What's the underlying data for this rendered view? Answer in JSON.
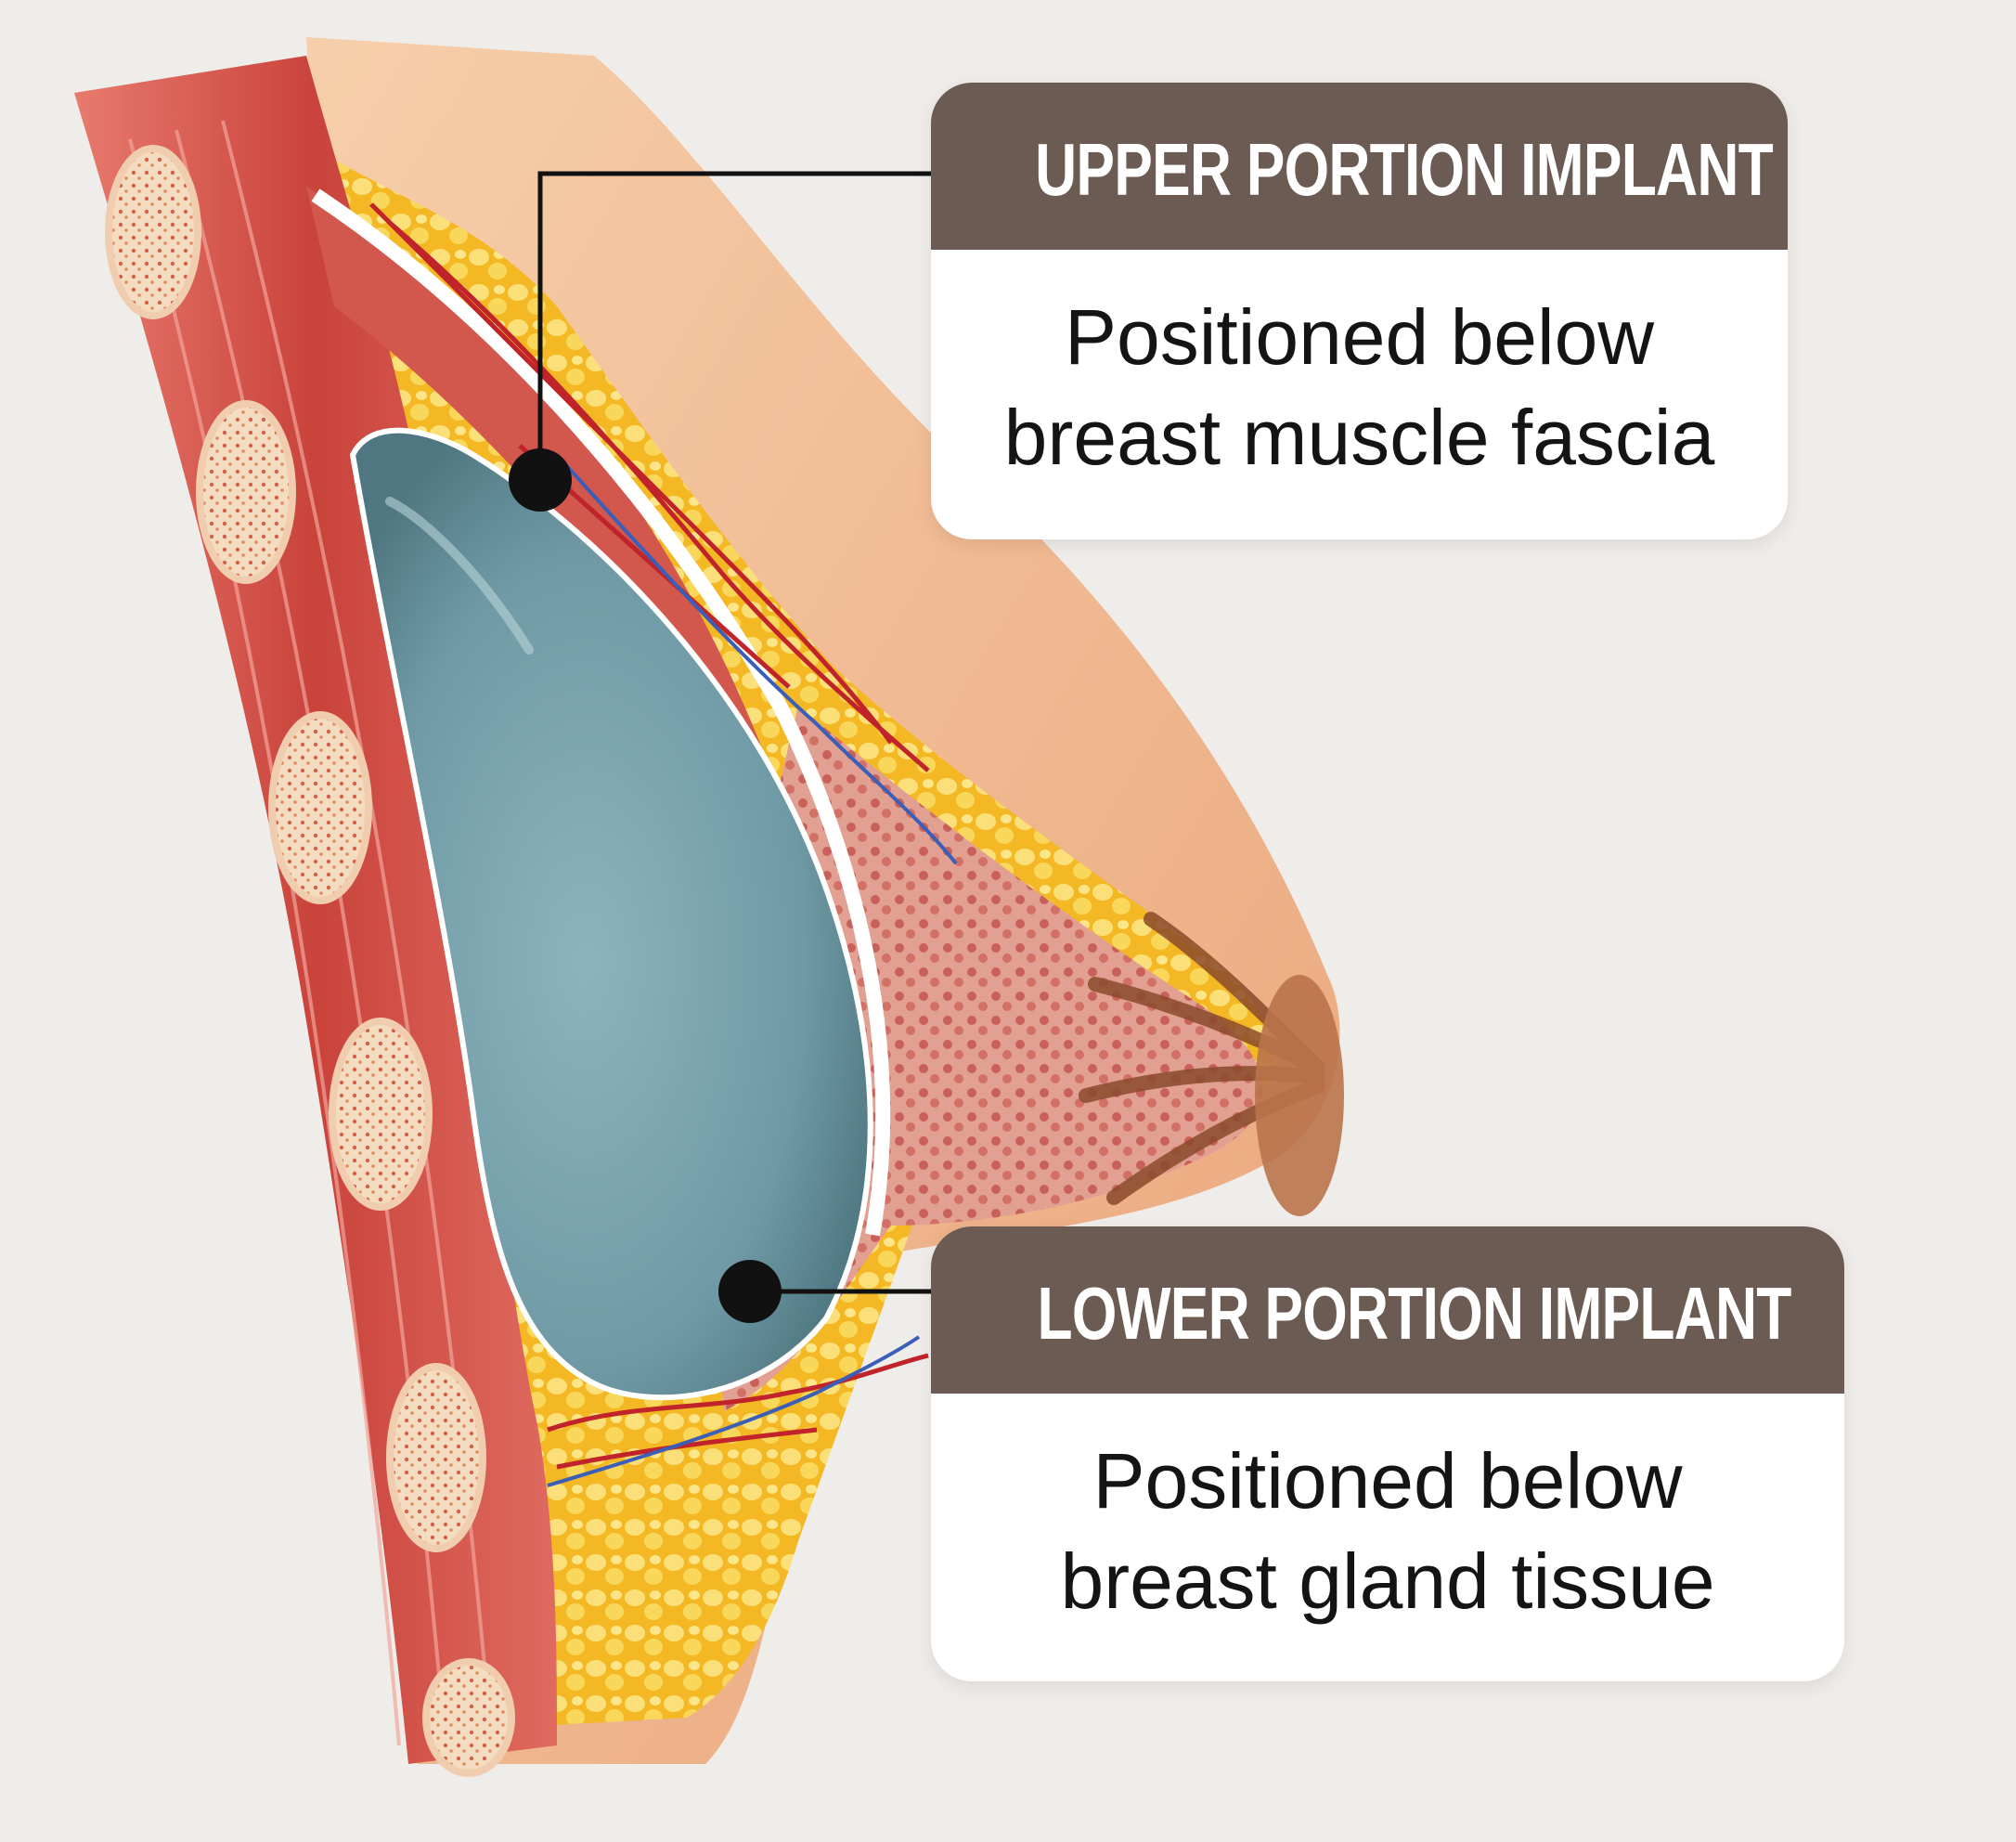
{
  "callouts": {
    "upper": {
      "title": "UPPER PORTION IMPLANT",
      "line1": "Positioned below",
      "line2": "breast muscle fascia"
    },
    "lower": {
      "title": "LOWER PORTION IMPLANT",
      "line1": "Positioned below",
      "line2": "breast gland tissue"
    }
  },
  "colors": {
    "background": "#efedea",
    "header": "#6b5b52",
    "implant": "#7fa7b0",
    "muscle": "#d9534a",
    "fat": "#f6c531",
    "skin": "#f1b98a",
    "leader": "#111111"
  }
}
